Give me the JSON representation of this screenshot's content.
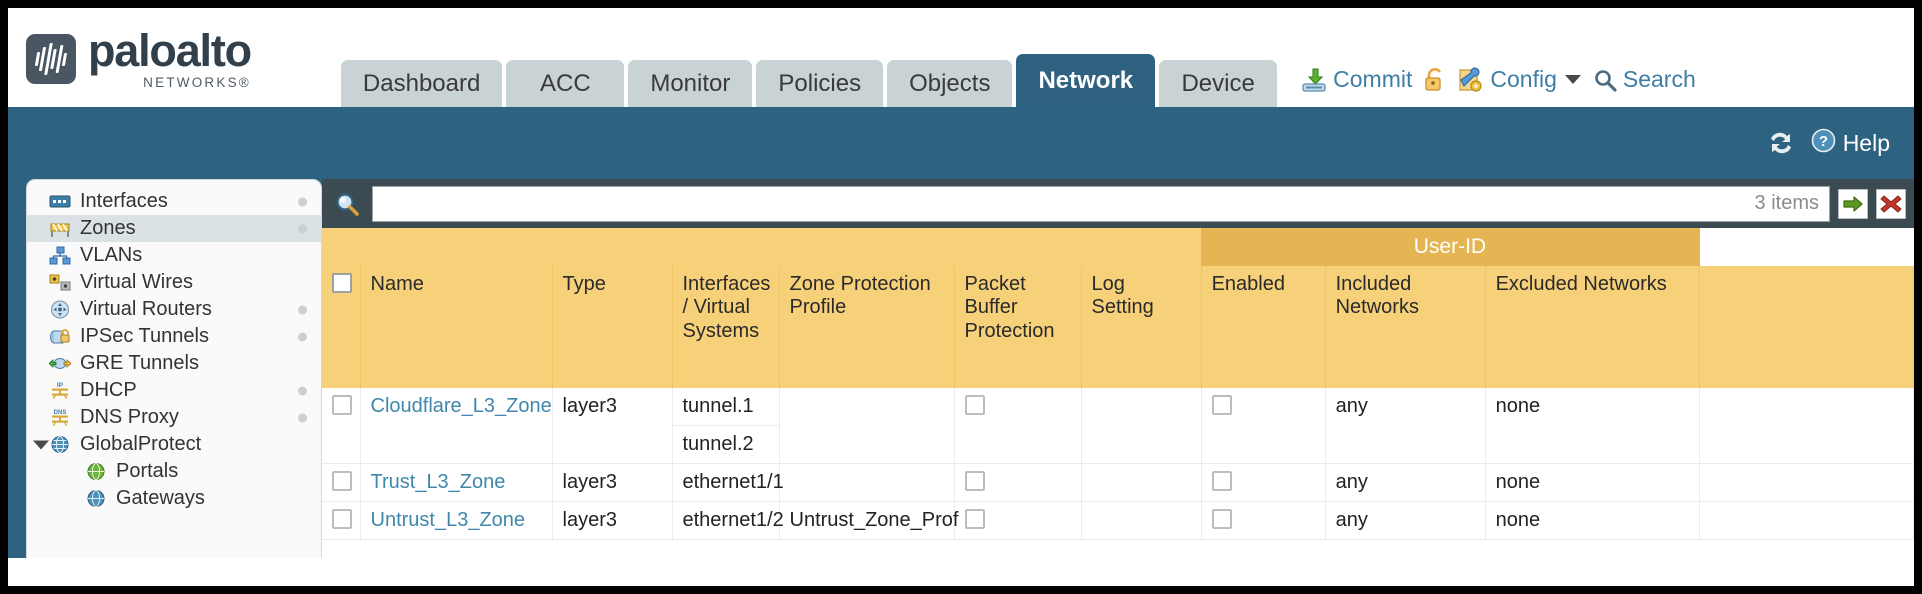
{
  "brand": {
    "name": "paloalto",
    "tagline": "NETWORKS",
    "registered": "®"
  },
  "tabs": [
    {
      "label": "Dashboard",
      "active": false
    },
    {
      "label": "ACC",
      "active": false
    },
    {
      "label": "Monitor",
      "active": false
    },
    {
      "label": "Policies",
      "active": false
    },
    {
      "label": "Objects",
      "active": false
    },
    {
      "label": "Network",
      "active": true
    },
    {
      "label": "Device",
      "active": false
    }
  ],
  "top_actions": {
    "commit": "Commit",
    "config": "Config",
    "search": "Search",
    "lock_icon": "lock-icon",
    "caret_icon": "chevron-down-icon"
  },
  "bluebar": {
    "help": "Help",
    "refresh_icon": "refresh-icon"
  },
  "sidebar": {
    "items": [
      {
        "label": "Interfaces",
        "icon": "interfaces-icon",
        "selected": false,
        "child": false,
        "expander": false,
        "dot": true
      },
      {
        "label": "Zones",
        "icon": "zones-icon",
        "selected": true,
        "child": false,
        "expander": false,
        "dot": true
      },
      {
        "label": "VLANs",
        "icon": "vlans-icon",
        "selected": false,
        "child": false,
        "expander": false,
        "dot": false
      },
      {
        "label": "Virtual Wires",
        "icon": "virtual-wires-icon",
        "selected": false,
        "child": false,
        "expander": false,
        "dot": false
      },
      {
        "label": "Virtual Routers",
        "icon": "virtual-routers-icon",
        "selected": false,
        "child": false,
        "expander": false,
        "dot": true
      },
      {
        "label": "IPSec Tunnels",
        "icon": "ipsec-tunnels-icon",
        "selected": false,
        "child": false,
        "expander": false,
        "dot": true
      },
      {
        "label": "GRE Tunnels",
        "icon": "gre-tunnels-icon",
        "selected": false,
        "child": false,
        "expander": false,
        "dot": false
      },
      {
        "label": "DHCP",
        "icon": "dhcp-icon",
        "selected": false,
        "child": false,
        "expander": false,
        "dot": true
      },
      {
        "label": "DNS Proxy",
        "icon": "dns-proxy-icon",
        "selected": false,
        "child": false,
        "expander": false,
        "dot": true
      },
      {
        "label": "GlobalProtect",
        "icon": "globalprotect-icon",
        "selected": false,
        "child": false,
        "expander": true,
        "dot": false
      },
      {
        "label": "Portals",
        "icon": "portals-icon",
        "selected": false,
        "child": true,
        "expander": false,
        "dot": false
      },
      {
        "label": "Gateways",
        "icon": "gateways-icon",
        "selected": false,
        "child": true,
        "expander": false,
        "dot": false
      }
    ]
  },
  "search": {
    "value": "",
    "placeholder": "",
    "items_count": "3 items",
    "apply_icon": "green-arrow-icon",
    "clear_icon": "red-x-icon",
    "magnifier_icon": "search-icon"
  },
  "table": {
    "group_header": {
      "label": "User-ID",
      "span": 3
    },
    "columns": [
      "Name",
      "Type",
      "Interfaces / Virtual Systems",
      "Zone Protection Profile",
      "Packet Buffer Protection",
      "Log Setting",
      "Enabled",
      "Included Networks",
      "Excluded Networks"
    ],
    "rows": [
      {
        "checked": false,
        "name": "Cloudflare_L3_Zone",
        "type": "layer3",
        "interfaces": [
          "tunnel.1",
          "tunnel.2"
        ],
        "zone_protection_profile": "",
        "packet_buffer_protection": false,
        "log_setting": "",
        "enabled": false,
        "included_networks": "any",
        "excluded_networks": "none",
        "alt": false
      },
      {
        "checked": false,
        "name": "Trust_L3_Zone",
        "type": "layer3",
        "interfaces": [
          "ethernet1/1"
        ],
        "zone_protection_profile": "",
        "packet_buffer_protection": false,
        "log_setting": "",
        "enabled": false,
        "included_networks": "any",
        "excluded_networks": "none",
        "alt": true
      },
      {
        "checked": false,
        "name": "Untrust_L3_Zone",
        "type": "layer3",
        "interfaces": [
          "ethernet1/2"
        ],
        "zone_protection_profile": "Untrust_Zone_Prof",
        "packet_buffer_protection": false,
        "log_setting": "",
        "enabled": false,
        "included_networks": "any",
        "excluded_networks": "none",
        "alt": false
      }
    ]
  },
  "colors": {
    "brand_dark": "#32404c",
    "tab_active": "#2f6180",
    "tab_inactive": "#c9d2d4",
    "blue_bar": "#2d6380",
    "table_header": "#f7d07a",
    "group_header": "#e4b552",
    "link": "#3f87ab",
    "panel_dark": "#3c4a52"
  }
}
